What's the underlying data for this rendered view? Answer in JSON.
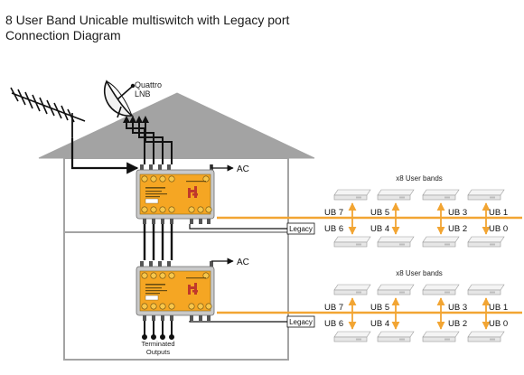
{
  "title": {
    "line1": "8 User Band Unicable multiswitch with Legacy port",
    "line2": "Connection Diagram"
  },
  "labels": {
    "lnb": "Quattro",
    "lnb2": "LNB",
    "ac_top": "AC",
    "ac_bottom": "AC",
    "user_bands_top": "x8 User bands",
    "user_bands_bottom": "x8 User bands",
    "legacy_top": "Legacy",
    "legacy_bottom": "Legacy",
    "terminated1": "Terminated",
    "terminated2": "Outputs"
  },
  "bands_top": {
    "upper": [
      "UB 7",
      "UB 5",
      "UB 3",
      "UB 1"
    ],
    "lower": [
      "UB 6",
      "UB 4",
      "UB 2",
      "UB 0"
    ]
  },
  "bands_bottom": {
    "upper": [
      "UB 7",
      "UB 5",
      "UB 3",
      "UB 1"
    ],
    "lower": [
      "UB 6",
      "UB 4",
      "UB 2",
      "UB 0"
    ]
  },
  "colors": {
    "house": "#a0a0a0",
    "switch_body": "#f5a623",
    "switch_panel": "#c9c9c9",
    "cable": "#111111",
    "band_line": "#f2a533",
    "logo": "#c0392b"
  }
}
